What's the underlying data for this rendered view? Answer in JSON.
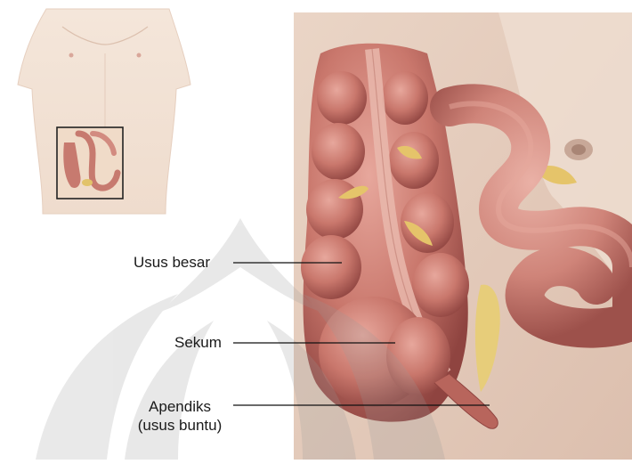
{
  "labels": {
    "large_intestine": "Usus besar",
    "cecum": "Sekum",
    "appendix_line1": "Apendiks",
    "appendix_line2": "(usus buntu)"
  },
  "colors": {
    "skin": "#f3e2d4",
    "colon": "#c9786e",
    "colon_dark": "#9c4a45",
    "tissue_bg": "#e9d0bf",
    "fat": "#e5c46a",
    "watermark": "#e8e8e8"
  }
}
